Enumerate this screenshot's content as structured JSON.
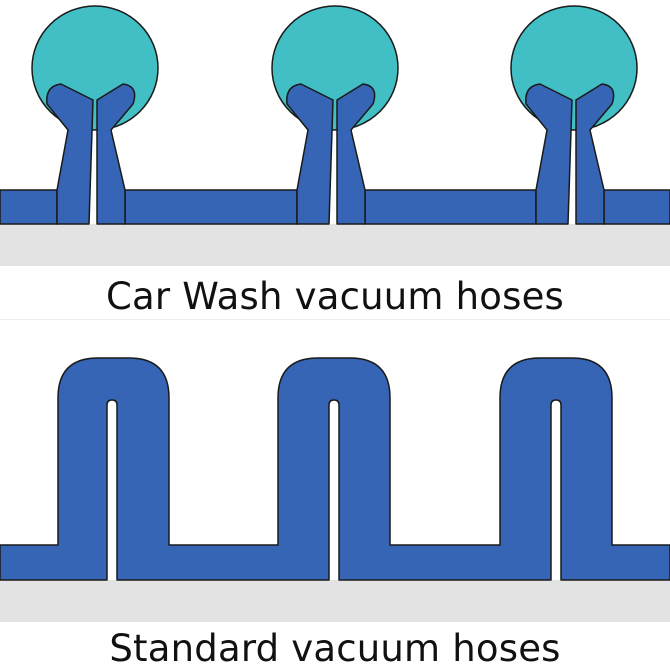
{
  "colors": {
    "hose_blue": "#3565b4",
    "bulb_teal": "#42bfc5",
    "floor_gray": "#e3e3e3",
    "outline": "#1a1a1a",
    "background": "#ffffff"
  },
  "diagram_top": {
    "caption": "Car Wash vacuum hoses",
    "profile_count": 3,
    "profile_shape": "split fork with round bulb"
  },
  "diagram_bottom": {
    "caption": "Standard vacuum hoses",
    "profile_count": 3,
    "profile_shape": "hollow rounded loop"
  }
}
